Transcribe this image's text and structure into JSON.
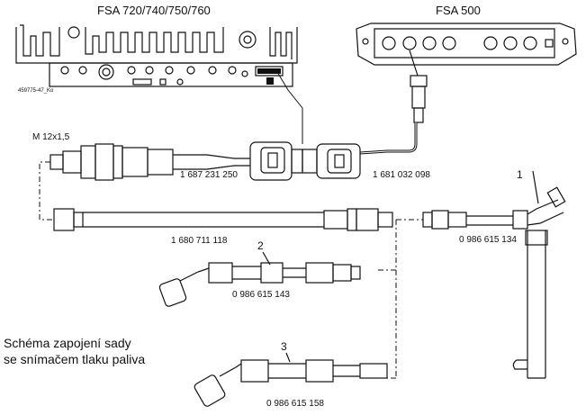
{
  "units": {
    "fsa7xx": "FSA 720/740/750/760",
    "fsa500": "FSA 500"
  },
  "labels": {
    "image_id": "459775-47_Ko",
    "thread": "M 12x1,5",
    "cable_1": "1 687 231 250",
    "cable_2": "1 681 032 098",
    "hose_main": "1 680 711 118",
    "adapter_1": "0 986 615 134",
    "adapter_2": "0 986 615 143",
    "adapter_3": "0 986 615 158"
  },
  "callouts": [
    "1",
    "2",
    "3"
  ],
  "caption": {
    "line1": "Schéma zapojení sady",
    "line2": "se snímačem tlaku paliva"
  }
}
